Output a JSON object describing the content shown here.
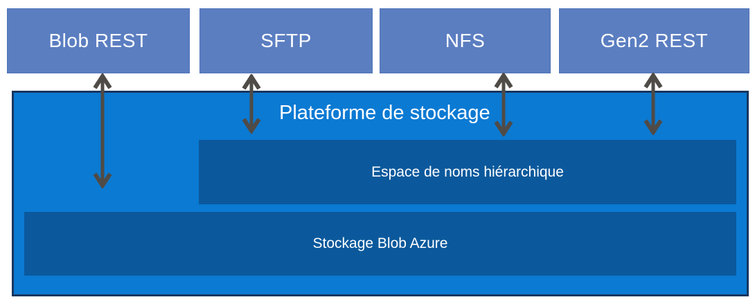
{
  "diagram": {
    "title": "Plateforme de stockage",
    "protocol_boxes": [
      {
        "label": "Blob REST"
      },
      {
        "label": "SFTP"
      },
      {
        "label": "NFS"
      },
      {
        "label": "Gen2 REST"
      }
    ],
    "platform_layers": [
      {
        "label": "Espace de noms hiérarchique"
      },
      {
        "label": "Stockage Blob Azure"
      }
    ],
    "connectors": [
      {
        "from": "Blob REST",
        "to": "Stockage Blob Azure",
        "style": "double-headed-arrow"
      },
      {
        "from": "SFTP",
        "to": "Plateforme de stockage",
        "style": "double-headed-arrow"
      },
      {
        "from": "NFS",
        "to": "Espace de noms hiérarchique",
        "style": "double-headed-arrow"
      },
      {
        "from": "Gen2 REST",
        "to": "Espace de noms hiérarchique",
        "style": "double-headed-arrow"
      }
    ],
    "colors": {
      "protocol_fill": "#5b7ec1",
      "protocol_border": "#4f74b8",
      "platform_fill": "#0b7ad3",
      "platform_border": "#17365f",
      "layer_fill": "#0b599c",
      "arrow": "#4f4b47",
      "text": "#ffffff"
    }
  }
}
